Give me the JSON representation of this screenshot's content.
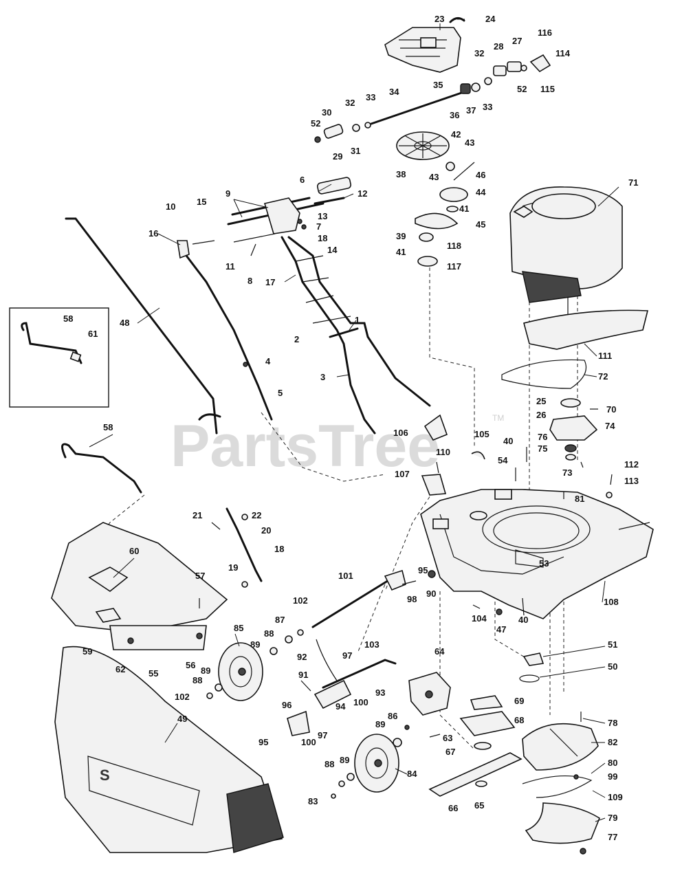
{
  "watermark": {
    "text": "PartsTree",
    "mark": "TM"
  },
  "inset": {
    "labels": [
      "58",
      "61"
    ]
  },
  "callouts": [
    "1",
    "2",
    "3",
    "4",
    "5",
    "6",
    "7",
    "8",
    "9",
    "10",
    "11",
    "12",
    "13",
    "14",
    "15",
    "16",
    "17",
    "18",
    "19",
    "20",
    "21",
    "22",
    "23",
    "24",
    "25",
    "26",
    "27",
    "28",
    "29",
    "30",
    "31",
    "32",
    "33",
    "34",
    "35",
    "36",
    "37",
    "38",
    "39",
    "40",
    "41",
    "42",
    "43",
    "44",
    "45",
    "46",
    "47",
    "48",
    "49",
    "50",
    "51",
    "52",
    "53",
    "54",
    "55",
    "56",
    "57",
    "58",
    "59",
    "60",
    "61",
    "62",
    "63",
    "64",
    "65",
    "66",
    "67",
    "68",
    "69",
    "70",
    "71",
    "72",
    "73",
    "74",
    "75",
    "76",
    "77",
    "78",
    "79",
    "80",
    "81",
    "82",
    "83",
    "84",
    "85",
    "86",
    "87",
    "88",
    "89",
    "90",
    "91",
    "92",
    "93",
    "94",
    "95",
    "96",
    "97",
    "98",
    "99",
    "100",
    "101",
    "102",
    "103",
    "104",
    "105",
    "106",
    "107",
    "108",
    "109",
    "110",
    "111",
    "112",
    "113",
    "114",
    "115",
    "116",
    "117",
    "118"
  ],
  "bag_lettering": "S"
}
